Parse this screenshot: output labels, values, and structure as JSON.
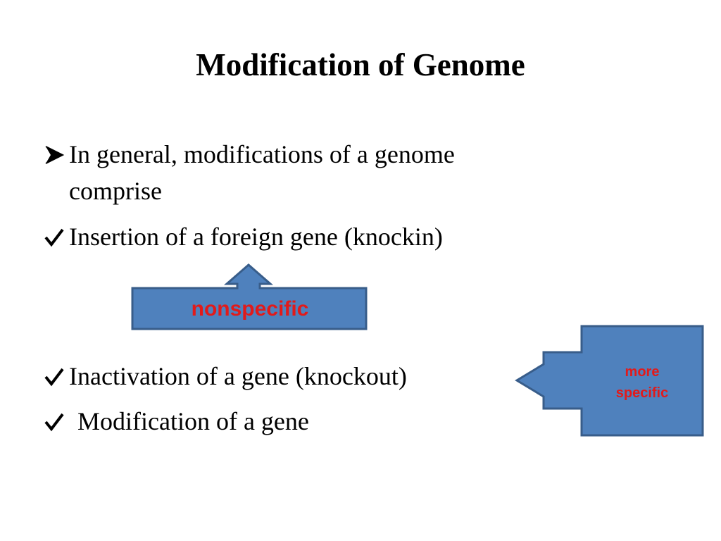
{
  "slide": {
    "title": "Modification of Genome",
    "bullets": [
      {
        "marker": "arrow-bullet-icon",
        "text_line1": "In general, modifications of a genome",
        "text_line2": "comprise"
      },
      {
        "marker": "checkmark-icon",
        "text": "Insertion of a foreign gene (knockin)"
      },
      {
        "marker": "checkmark-icon",
        "text": "Inactivation of a gene (knockout)"
      },
      {
        "marker": "checkmark-icon",
        "text": "Modification of a gene"
      }
    ],
    "callouts": {
      "nonspecific": "nonspecific",
      "more_specific_line1": "more",
      "more_specific_line2": "specific"
    },
    "colors": {
      "callout_fill": "#4f81bd",
      "callout_stroke": "#385d8a",
      "callout_text": "#e21a1a"
    }
  }
}
